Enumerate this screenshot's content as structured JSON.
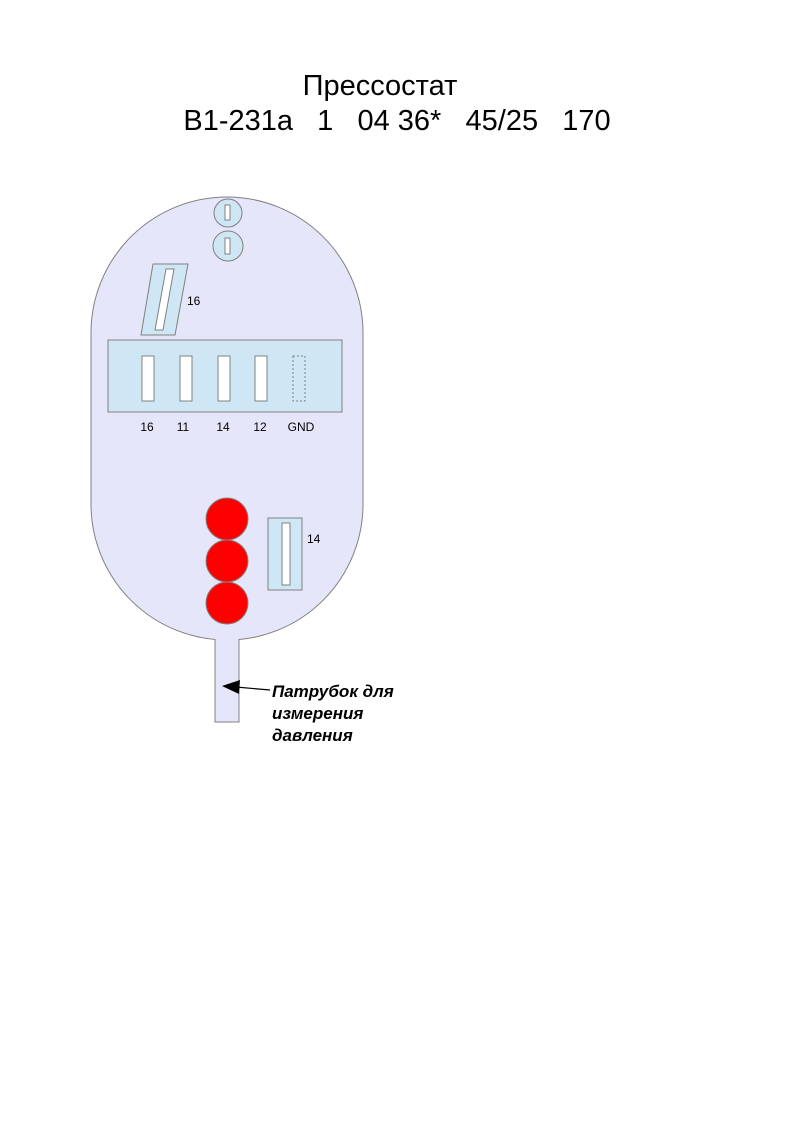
{
  "title": "Прессостат",
  "subtitle": "B1-231a   1   04 36*   45/25   170",
  "top_slot_label": "16",
  "terminals": [
    "16",
    "11",
    "14",
    "12",
    "GND"
  ],
  "side_slot_label": "14",
  "callout": [
    "Патрубок для",
    "измерения",
    "давления"
  ],
  "colors": {
    "body": "#e6e6fa",
    "block": "#cfe7f5",
    "indicator": "#ff0000",
    "outline": "#808080"
  }
}
